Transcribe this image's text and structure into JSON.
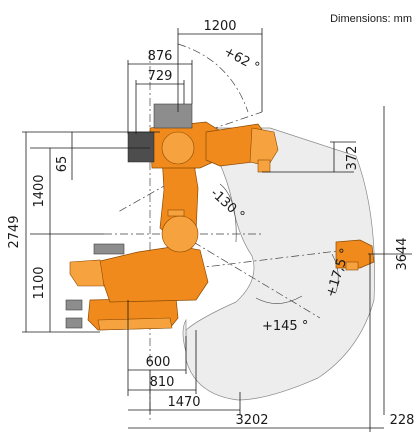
{
  "header": {
    "units_label": "Dimensions: mm"
  },
  "dimensions": {
    "d1200": "1200",
    "d876": "876",
    "d729": "729",
    "d65": "65",
    "d1400": "1400",
    "d2749": "2749",
    "d1100": "1100",
    "d372": "372",
    "d3644": "3644",
    "d600": "600",
    "d810": "810",
    "d1470": "1470",
    "d3202": "3202",
    "d228": "228"
  },
  "angles": {
    "a_plus62": "+62 °",
    "a_minus130": "-130 °",
    "a_plus17_5": "+17,5 °",
    "a_plus145": "+145 °"
  },
  "colors": {
    "robot_orange": "#f08a1c",
    "envelope_gray": "#ededed",
    "line": "#1a1a1a"
  }
}
